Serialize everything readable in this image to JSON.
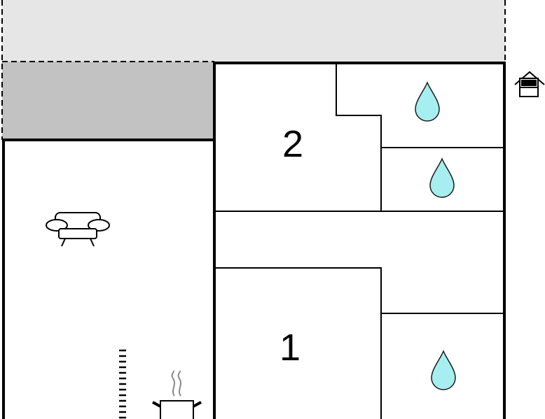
{
  "colors": {
    "terrace": "#e6e6e6",
    "covered_area": "#c2c2c2",
    "wall": "#000000",
    "water_fill": "#a6eef0",
    "water_stroke": "#1a1a1a",
    "steam": "#888888"
  },
  "rooms": [
    {
      "id": "room-2",
      "label": "2"
    },
    {
      "id": "room-1",
      "label": "1"
    }
  ],
  "icons": [
    {
      "name": "house-entrance-icon"
    },
    {
      "name": "sofa-icon"
    },
    {
      "name": "water-drop-icon"
    },
    {
      "name": "stove-icon"
    },
    {
      "name": "stairs-icon"
    }
  ]
}
